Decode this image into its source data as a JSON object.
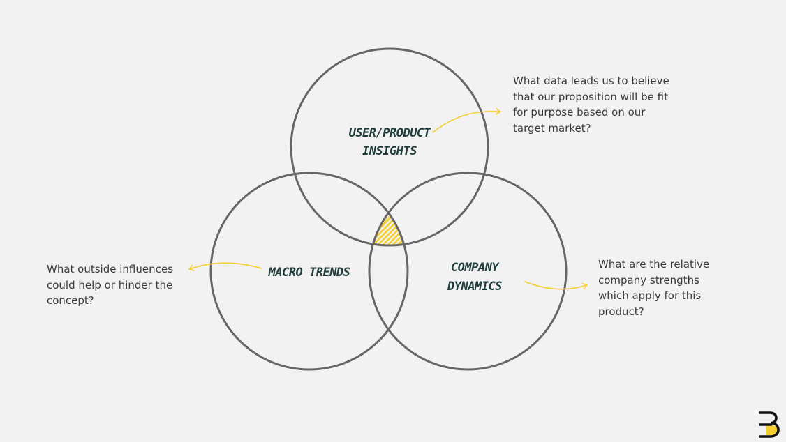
{
  "diagram": {
    "circles": [
      {
        "id": "user-product-insights",
        "label_lines": [
          "USER/PRODUCT",
          "INSIGHTS"
        ]
      },
      {
        "id": "macro-trends",
        "label_lines": [
          "MACRO TRENDS"
        ]
      },
      {
        "id": "company-dynamics",
        "label_lines": [
          "COMPANY",
          "DYNAMICS"
        ]
      }
    ],
    "colors": {
      "circle_stroke": "#666666",
      "accent": "#f5cf2f",
      "label_text": "#1f3d3a",
      "note_text": "#3a3a3a",
      "background": "#f2f2f2"
    }
  },
  "annotations": {
    "user_product": "What data leads us to believe\nthat our proposition will be fit\nfor purpose based on our\ntarget market?",
    "macro": "What outside influences\ncould help or hinder the\nconcept?",
    "company": "What are the relative\ncompany strengths\nwhich apply for this\nproduct?"
  },
  "logo": {
    "icon": "brand-b-logo-icon"
  }
}
